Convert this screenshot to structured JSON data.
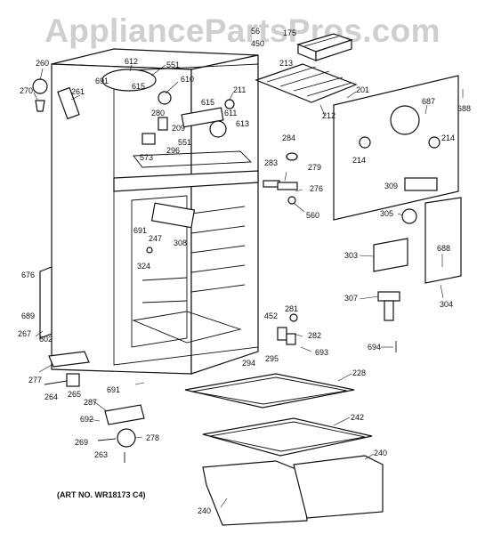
{
  "watermark": "AppliancePartsPros.com",
  "art_number": "(ART NO. WR18173 C4)",
  "labels": {
    "p56": "56",
    "p450": "450",
    "p175": "175",
    "p213": "213",
    "p260": "260",
    "p612": "612",
    "p551a": "551",
    "p691a": "691",
    "p615a": "615",
    "p610": "610",
    "p270": "270",
    "p261": "261",
    "p211": "211",
    "p201": "201",
    "p687": "687",
    "p688a": "688",
    "p615b": "615",
    "p212": "212",
    "p280": "280",
    "p611": "611",
    "p209": "209",
    "p613": "613",
    "p551b": "551",
    "p296": "296",
    "p573": "573",
    "p284": "284",
    "p214a": "214",
    "p214b": "214",
    "p279": "279",
    "p283": "283",
    "p309": "309",
    "p276": "276",
    "p560": "560",
    "p305": "305",
    "p691b": "691",
    "p247": "247",
    "p308": "308",
    "p688b": "688",
    "p303": "303",
    "p324": "324",
    "p676": "676",
    "p689": "689",
    "p307": "307",
    "p304": "304",
    "p281": "281",
    "p452": "452",
    "p267": "267",
    "p282": "282",
    "p602": "602",
    "p693": "693",
    "p694": "694",
    "p294": "294",
    "p295": "295",
    "p277": "277",
    "p228": "228",
    "p264": "264",
    "p265": "265",
    "p691c": "691",
    "p287": "287",
    "p692": "692",
    "p242": "242",
    "p269": "269",
    "p278": "278",
    "p263": "263",
    "p240a": "240",
    "p240b": "240"
  }
}
